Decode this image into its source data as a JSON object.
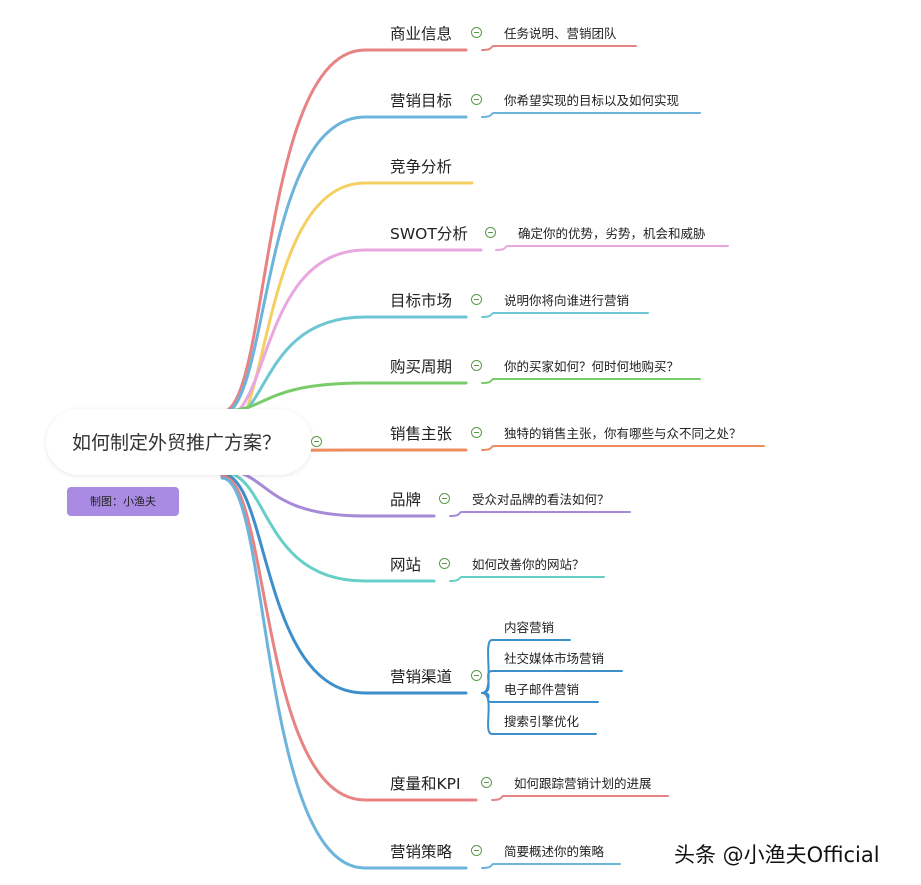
{
  "root": {
    "title": "如何制定外贸推广方案？",
    "credit": "制图：小渔夫"
  },
  "branches": [
    {
      "label": "商业信息",
      "color": "#e88383",
      "details": [
        "任务说明、营销团队"
      ]
    },
    {
      "label": "营销目标",
      "color": "#6cb4dc",
      "details": [
        "你希望实现的目标以及如何实现"
      ]
    },
    {
      "label": "竞争分析",
      "color": "#f4d062",
      "details": []
    },
    {
      "label": "SWOT分析",
      "color": "#eaa7df",
      "details": [
        "确定你的优势，劣势，机会和威胁"
      ]
    },
    {
      "label": "目标市场",
      "color": "#6cc6d4",
      "details": [
        "说明你将向谁进行营销"
      ]
    },
    {
      "label": "购买周期",
      "color": "#7acc6a",
      "details": [
        "你的买家如何？何时何地购买？"
      ]
    },
    {
      "label": "销售主张",
      "color": "#ef8c5e",
      "details": [
        "独特的销售主张，你有哪些与众不同之处？"
      ]
    },
    {
      "label": "品牌",
      "color": "#a58ad8",
      "details": [
        "受众对品牌的看法如何？"
      ]
    },
    {
      "label": "网站",
      "color": "#67cfc7",
      "details": [
        "如何改善你的网站？"
      ]
    },
    {
      "label": "营销渠道",
      "color": "#3d8fcc",
      "details": [
        "内容营销",
        "社交媒体市场营销",
        "电子邮件营销",
        "搜索引擎优化"
      ]
    },
    {
      "label": "度量和KPI",
      "color": "#e88383",
      "details": [
        "如何跟踪营销计划的进展"
      ]
    },
    {
      "label": "营销策略",
      "color": "#6cb4dc",
      "details": [
        "简要概述你的策略"
      ]
    }
  ],
  "watermark": "头条 @小渔夫Official"
}
